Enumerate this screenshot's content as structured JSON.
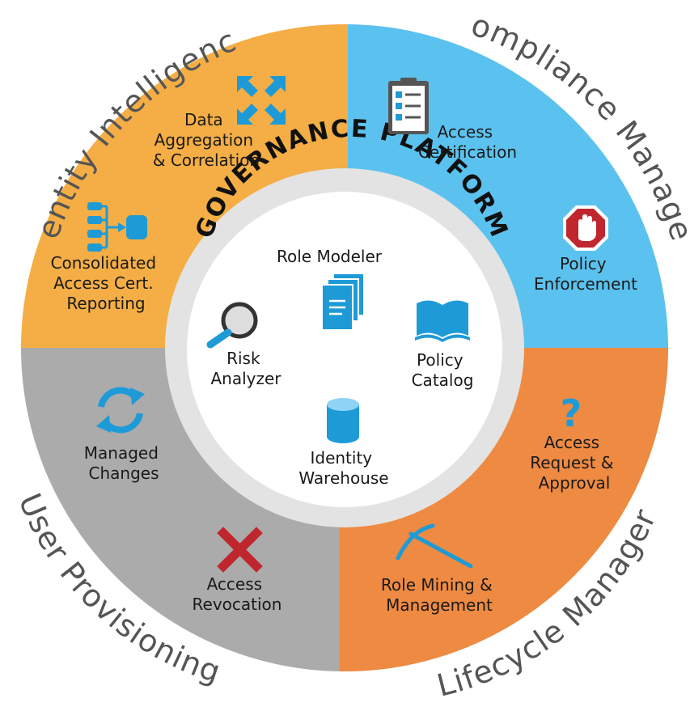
{
  "colors": {
    "identity_intelligence": "#F4AE45",
    "compliance_manager": "#5BC2EF",
    "lifecycle_manager": "#EE8A42",
    "user_provisioning": "#ABABAB",
    "center_ring": "#E3E3E3",
    "icon_blue": "#1E9BD7",
    "icon_red": "#C0262E"
  },
  "quadrants": {
    "identity_intelligence": {
      "title": "Identity Intelligence",
      "items": [
        {
          "icon": "arrows-converging-icon",
          "lines": [
            "Data",
            "Aggregation",
            "& Correlation"
          ]
        },
        {
          "icon": "hierarchy-flow-icon",
          "lines": [
            "Consolidated",
            "Access Cert.",
            "Reporting"
          ]
        }
      ]
    },
    "compliance_manager": {
      "title": "Compliance Manager",
      "items": [
        {
          "icon": "clipboard-checklist-icon",
          "lines": [
            "Access",
            "Certification"
          ]
        },
        {
          "icon": "stop-hand-icon",
          "lines": [
            "Policy",
            "Enforcement"
          ]
        }
      ]
    },
    "lifecycle_manager": {
      "title": "Lifecycle Manager",
      "items": [
        {
          "icon": "question-mark-icon",
          "lines": [
            "Access",
            "Request &",
            "Approval"
          ]
        },
        {
          "icon": "pickaxe-icon",
          "lines": [
            "Role Mining &",
            "Management"
          ]
        }
      ]
    },
    "user_provisioning": {
      "title": "User Provisioning",
      "items": [
        {
          "icon": "refresh-arrows-icon",
          "lines": [
            "Managed",
            "Changes"
          ]
        },
        {
          "icon": "x-mark-icon",
          "lines": [
            "Access",
            "Revocation"
          ]
        }
      ]
    }
  },
  "platform": {
    "title": "GOVERNANCE PLATFORM",
    "items": [
      {
        "icon": "documents-icon",
        "lines": [
          "Role Modeler"
        ]
      },
      {
        "icon": "magnifier-icon",
        "lines": [
          "Risk",
          "Analyzer"
        ]
      },
      {
        "icon": "open-book-icon",
        "lines": [
          "Policy",
          "Catalog"
        ]
      },
      {
        "icon": "database-icon",
        "lines": [
          "Identity",
          "Warehouse"
        ]
      }
    ]
  }
}
